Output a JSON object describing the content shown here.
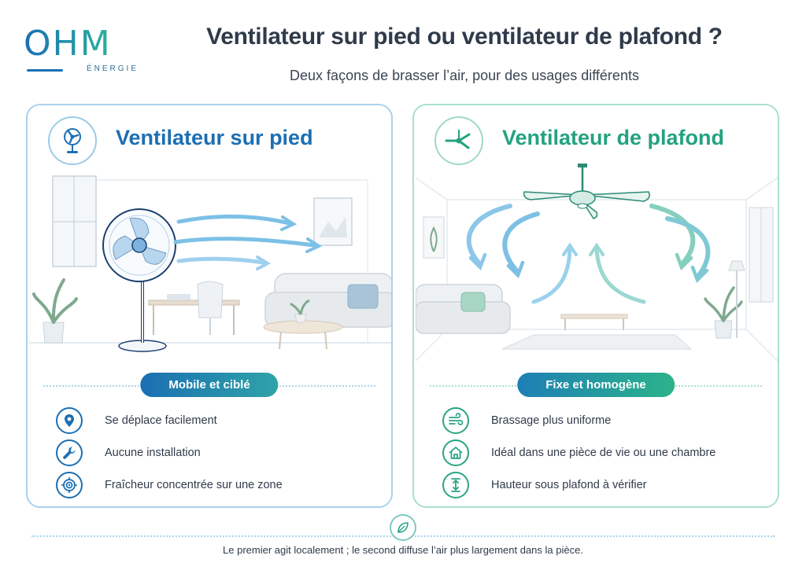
{
  "brand": {
    "logo_word": "OHM",
    "logo_sub": "ÉNERGIE"
  },
  "header": {
    "title": "Ventilateur sur pied ou ventilateur de plafond ?",
    "subtitle": "Deux façons de brasser l’air, pour des usages différents"
  },
  "colors": {
    "blue_accent": "#1c6fb2",
    "green_accent": "#24a27f",
    "text": "#2f3b4a"
  },
  "left_card": {
    "title": "Ventilateur sur pied",
    "icon": "standing-fan-icon",
    "tag": "Mobile et ciblé",
    "features": [
      {
        "icon": "location-pin-icon",
        "label": "Se déplace facilement"
      },
      {
        "icon": "wrench-icon",
        "label": "Aucune installation"
      },
      {
        "icon": "target-icon",
        "label": "Fraîcheur concentrée sur une zone"
      }
    ]
  },
  "right_card": {
    "title": "Ventilateur de plafond",
    "icon": "ceiling-fan-icon",
    "tag": "Fixe et homogène",
    "features": [
      {
        "icon": "airflow-icon",
        "label": "Brassage plus uniforme"
      },
      {
        "icon": "house-icon",
        "label": "Idéal dans une pièce de vie ou une chambre"
      },
      {
        "icon": "height-icon",
        "label": "Hauteur sous plafond à vérifier"
      }
    ]
  },
  "footer": {
    "icon": "leaf-icon",
    "text": "Le premier agit localement ; le second diffuse l’air plus largement dans la pièce."
  }
}
